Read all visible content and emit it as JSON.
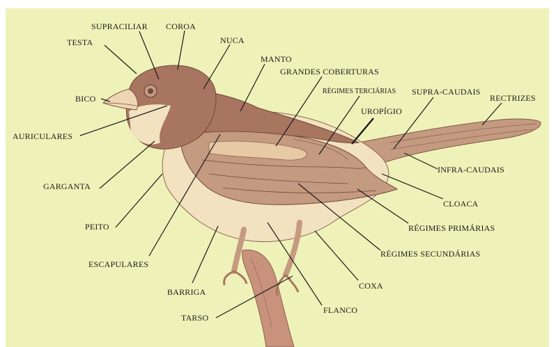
{
  "labels": {
    "supraciliar": "SUPRACILIAR",
    "coroa": "COROA",
    "testa": "TESTA",
    "nuca": "NUCA",
    "manto": "MANTO",
    "grandes_coberturas": "GRANDES COBERTURAS",
    "regimes_terciarias": "RÉGIMES TERCIÁRIAS",
    "supra_caudais": "SUPRA-CAUDAIS",
    "rectrizes": "RECTRIZES",
    "uropigio": "UROPÍGIO",
    "bico": "BICO",
    "auriculares": "AURICULARES",
    "infra_caudais": "INFRA-CAUDAIS",
    "garganta": "GARGANTA",
    "cloaca": "CLOACA",
    "regimes_primarias": "RÉGIMES PRIMÁRIAS",
    "peito": "PEITO",
    "regimes_secundarias": "RÉGIMES SECUNDÁRIAS",
    "escapulares": "ESCAPULARES",
    "coxa": "COXA",
    "barriga": "BARRIGA",
    "flanco": "FLANCO",
    "tarso": "TARSO"
  },
  "colors": {
    "background": "#eef2b8",
    "plumage_dark": "#a87560",
    "plumage_mid": "#c49a80",
    "plumage_light": "#e7c9a5",
    "belly": "#f2e2bf",
    "beak": "#efd6b3",
    "branch": "#c8927c"
  }
}
